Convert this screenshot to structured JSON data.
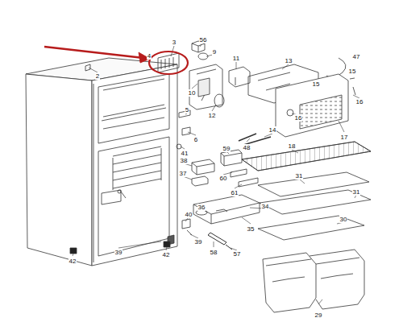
{
  "diagram": {
    "labels": [
      "3",
      "56",
      "4",
      "9",
      "2",
      "11",
      "13",
      "47",
      "15",
      "15",
      "16",
      "10",
      "12",
      "16",
      "17",
      "5",
      "6",
      "14",
      "48",
      "41",
      "59",
      "18",
      "38",
      "60",
      "37",
      "61",
      "31",
      "31",
      "36",
      "34",
      "30",
      "40",
      "35",
      "39",
      "39",
      "58",
      "57",
      "42",
      "42",
      "29"
    ]
  }
}
